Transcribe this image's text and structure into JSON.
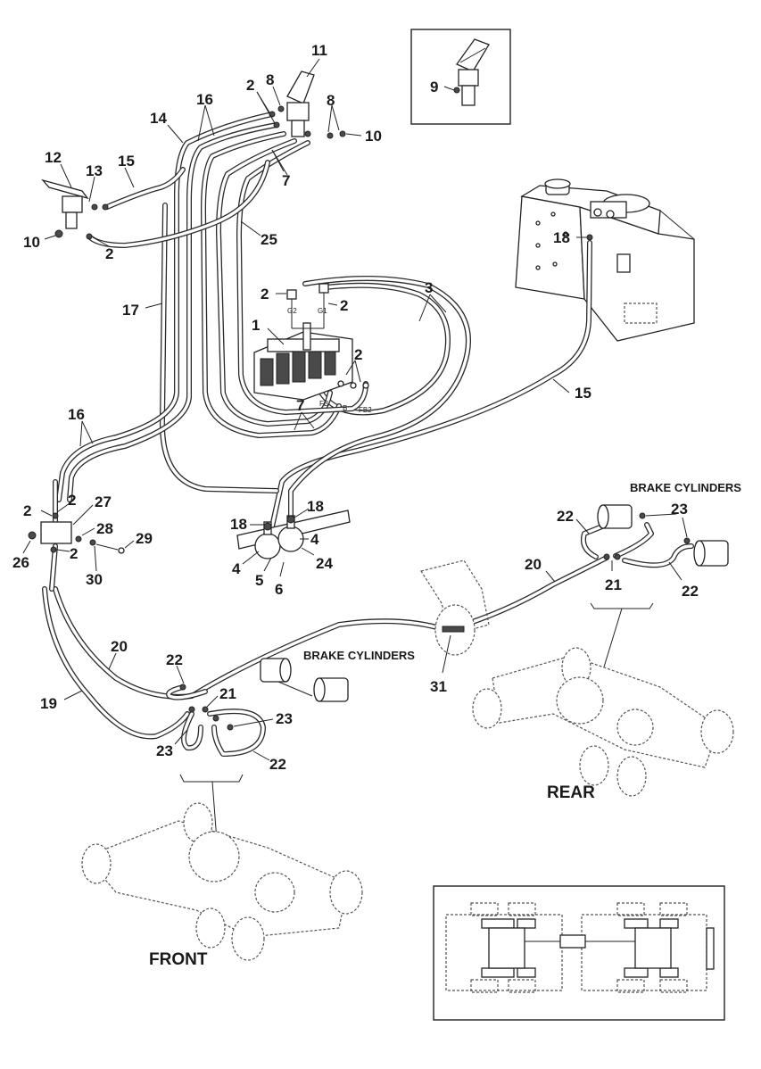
{
  "callouts": {
    "c1": "1",
    "c2": "2",
    "c3": "3",
    "c4": "4",
    "c5": "5",
    "c6": "6",
    "c7": "7",
    "c8": "8",
    "c9": "9",
    "c10": "10",
    "c11": "11",
    "c12": "12",
    "c13": "13",
    "c14": "14",
    "c15": "15",
    "c16": "16",
    "c17": "17",
    "c18": "18",
    "c19": "19",
    "c20": "20",
    "c21": "21",
    "c22": "22",
    "c23": "23",
    "c24": "24",
    "c25": "25",
    "c26": "26",
    "c27": "27",
    "c28": "28",
    "c29": "29",
    "c30": "30",
    "c31": "31"
  },
  "port_labels": {
    "g1": "G1",
    "g2": "G2",
    "fb": "FB",
    "b": "B",
    "fb2": "FB2"
  },
  "captions": {
    "brake_cylinders_rear": "BRAKE CYLINDERS",
    "brake_cylinders_front": "BRAKE CYLINDERS",
    "rear": "REAR",
    "front": "FRONT"
  },
  "colors": {
    "line": "#2a2a2a",
    "background": "#ffffff"
  }
}
